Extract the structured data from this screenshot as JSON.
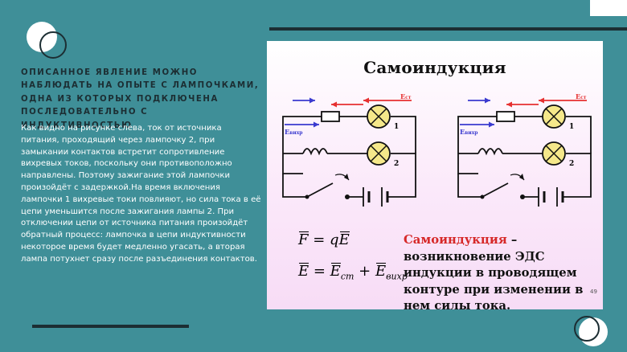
{
  "heading": "Описанное явление можно наблюдать на опыте с лампочками, одна из которых подключена последовательно с индуктивностью",
  "body": "Как видно на рисунке слева, ток от источника питания, проходящий через лампочку 2, при замыкании контактов встретит сопротивление вихревых токов, поскольку они противоположно направлены. Поэтому зажигание этой лампочки произойдёт с задержкой.На время включения лампочки 1 вихревые токи повлияют, но сила тока в её цепи уменьшится после зажигания лампы 2. При отключении цепи от источника питания произойдёт обратный процесс: лампочка в цепи индуктивности некоторое время будет медленно угасать, а вторая лампа потухнет сразу после разъединения контактов.",
  "panel": {
    "title": "Самоиндукция",
    "circuits": [
      {
        "label_e_st_main": "E",
        "label_e_st_sub": "ст",
        "label_e_vihr_main": "E",
        "label_e_vihr_sub": "вихр",
        "lamp_top": "1",
        "lamp_bottom": "2"
      },
      {
        "label_e_st_main": "E",
        "label_e_st_sub": "ст",
        "label_e_vihr_main": "E",
        "label_e_vihr_sub": "вихр",
        "lamp_top": "1",
        "lamp_bottom": "2"
      }
    ],
    "formula1": {
      "lhs": "F",
      "eq": " = q",
      "rhs": "E"
    },
    "formula2": {
      "lhs": "E",
      "eq": " = ",
      "t1": "E",
      "t1_sub": "ст",
      "plus": " + ",
      "t2": "E",
      "t2_sub": "вихр"
    },
    "definition_term": "Самоиндукция",
    "definition_rest": " – возникновение ЭДС   индукции в проводящем контуре при изменении в нем силы тока.",
    "page_number": "49"
  },
  "colors": {
    "background": "#3f8f98",
    "dark": "#1c2e33",
    "red_arrow": "#e63030",
    "blue_arrow": "#3a3acf",
    "lamp_fill": "#f5e88a"
  }
}
